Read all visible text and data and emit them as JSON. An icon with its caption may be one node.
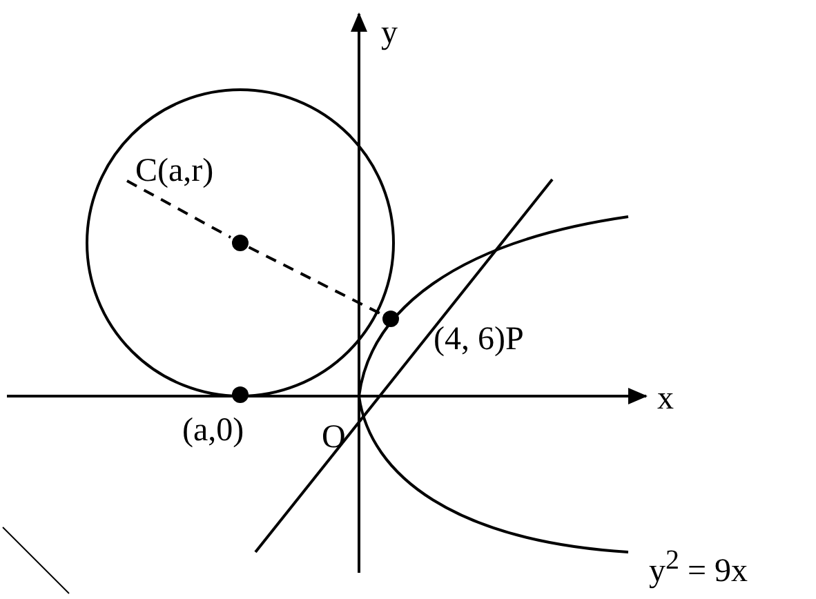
{
  "diagram": {
    "nodes": [
      {
        "text": [],
        "shape": "circle",
        "beside": [
          "C(a,r)"
        ]
      },
      {
        "text": [],
        "shape": "circle",
        "beside": [
          "(4, 6)P"
        ]
      },
      {
        "text": [],
        "shape": "circle",
        "beside": [
          "(a,0)"
        ]
      }
    ],
    "edges": [
      {
        "from": 0,
        "to": 1,
        "arrow": "none",
        "style": "dashed"
      }
    ],
    "labels": [
      "y",
      "x",
      "O",
      "y$^{2}$ = 9x"
    ]
  }
}
